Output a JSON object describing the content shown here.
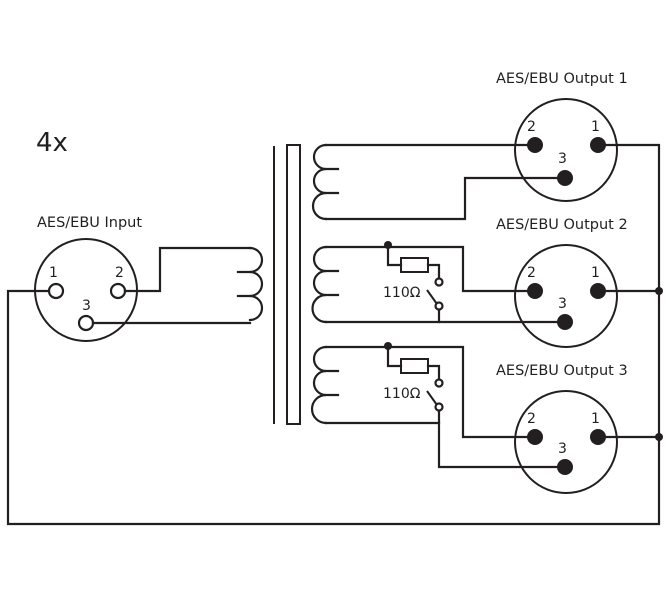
{
  "diagram": {
    "title_multiplier": "4x",
    "input": {
      "label": "AES/EBU Input",
      "pins": {
        "p1": "1",
        "p2": "2",
        "p3": "3"
      }
    },
    "outputs": [
      {
        "label": "AES/EBU Output 1",
        "pins": {
          "p1": "1",
          "p2": "2",
          "p3": "3"
        }
      },
      {
        "label": "AES/EBU Output 2",
        "pins": {
          "p1": "1",
          "p2": "2",
          "p3": "3"
        }
      },
      {
        "label": "AES/EBU Output 3",
        "pins": {
          "p1": "1",
          "p2": "2",
          "p3": "3"
        }
      }
    ],
    "termination": [
      {
        "resistor_label": "110Ω"
      },
      {
        "resistor_label": "110Ω"
      }
    ],
    "colors": {
      "ink": "#231f20",
      "background": "#ffffff"
    }
  }
}
